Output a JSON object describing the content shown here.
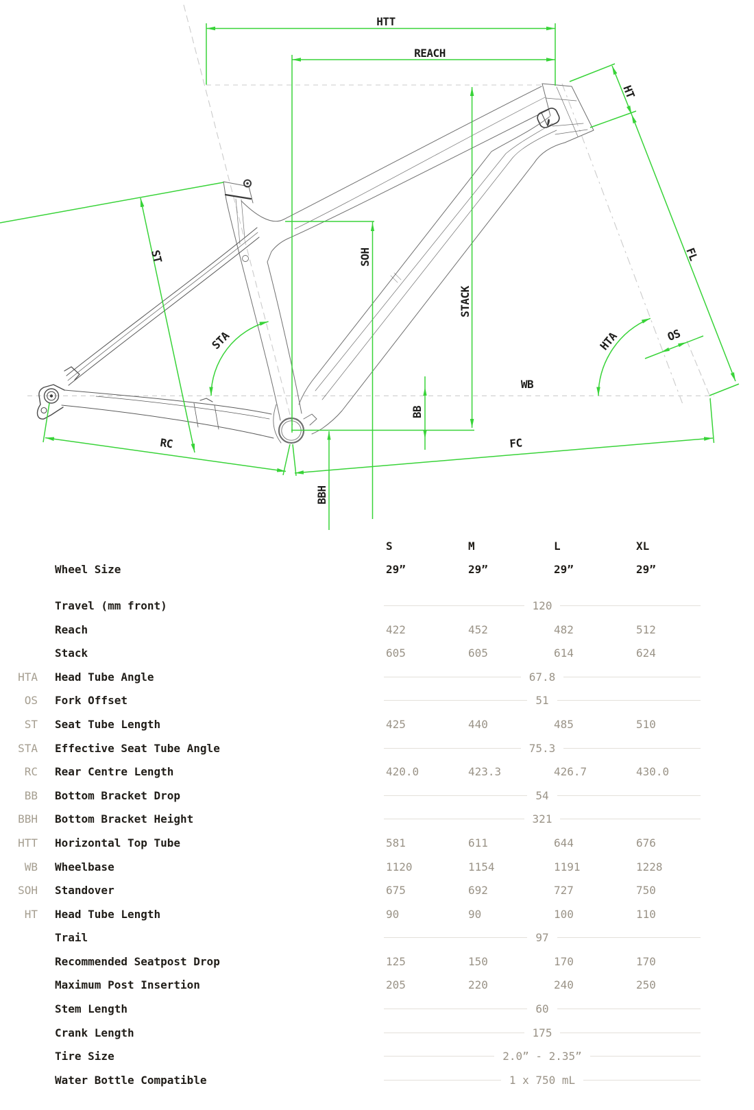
{
  "diagram": {
    "green": "#38d338",
    "frame_gray": "#6a6a6a",
    "labels": {
      "htt": "HTT",
      "reach": "REACH",
      "ht": "HT",
      "fl": "FL",
      "st": "ST",
      "soh": "SOH",
      "stack": "STACK",
      "sta": "STA",
      "hta": "HTA",
      "os": "OS",
      "wb": "WB",
      "bb": "BB",
      "rc": "RC",
      "fc": "FC",
      "bbh": "BBH"
    }
  },
  "table": {
    "columns": [
      "S",
      "M",
      "L",
      "XL"
    ],
    "wheel_row": {
      "abbr": "",
      "label": "Wheel Size",
      "values": [
        "29”",
        "29”",
        "29”",
        "29”"
      ]
    },
    "rows": [
      {
        "abbr": "",
        "label": "Travel (mm front)",
        "span": "120"
      },
      {
        "abbr": "",
        "label": "Reach",
        "values": [
          "422",
          "452",
          "482",
          "512"
        ]
      },
      {
        "abbr": "",
        "label": "Stack",
        "values": [
          "605",
          "605",
          "614",
          "624"
        ]
      },
      {
        "abbr": "HTA",
        "label": "Head Tube Angle",
        "span": "67.8"
      },
      {
        "abbr": "OS",
        "label": "Fork Offset",
        "span": "51"
      },
      {
        "abbr": "ST",
        "label": "Seat Tube Length",
        "values": [
          "425",
          "440",
          "485",
          "510"
        ]
      },
      {
        "abbr": "STA",
        "label": "Effective Seat Tube Angle",
        "span": "75.3"
      },
      {
        "abbr": "RC",
        "label": "Rear Centre Length",
        "values": [
          "420.0",
          "423.3",
          "426.7",
          "430.0"
        ]
      },
      {
        "abbr": "BB",
        "label": "Bottom Bracket Drop",
        "span": "54"
      },
      {
        "abbr": "BBH",
        "label": "Bottom Bracket Height",
        "span": "321"
      },
      {
        "abbr": "HTT",
        "label": "Horizontal Top Tube",
        "values": [
          "581",
          "611",
          "644",
          "676"
        ]
      },
      {
        "abbr": "WB",
        "label": "Wheelbase",
        "values": [
          "1120",
          "1154",
          "1191",
          "1228"
        ]
      },
      {
        "abbr": "SOH",
        "label": "Standover",
        "values": [
          "675",
          "692",
          "727",
          "750"
        ]
      },
      {
        "abbr": "HT",
        "label": "Head Tube Length",
        "values": [
          "90",
          "90",
          "100",
          "110"
        ]
      },
      {
        "abbr": "",
        "label": "Trail",
        "span": "97"
      },
      {
        "abbr": "",
        "label": "Recommended Seatpost Drop",
        "values": [
          "125",
          "150",
          "170",
          "170"
        ]
      },
      {
        "abbr": "",
        "label": "Maximum Post Insertion",
        "values": [
          "205",
          "220",
          "240",
          "250"
        ]
      },
      {
        "abbr": "",
        "label": "Stem Length",
        "span": "60"
      },
      {
        "abbr": "",
        "label": "Crank Length",
        "span": "175"
      },
      {
        "abbr": "",
        "label": "Tire Size",
        "span": "2.0” - 2.35”"
      },
      {
        "abbr": "",
        "label": "Water Bottle Compatible",
        "span": "1 x 750 mL"
      }
    ]
  }
}
